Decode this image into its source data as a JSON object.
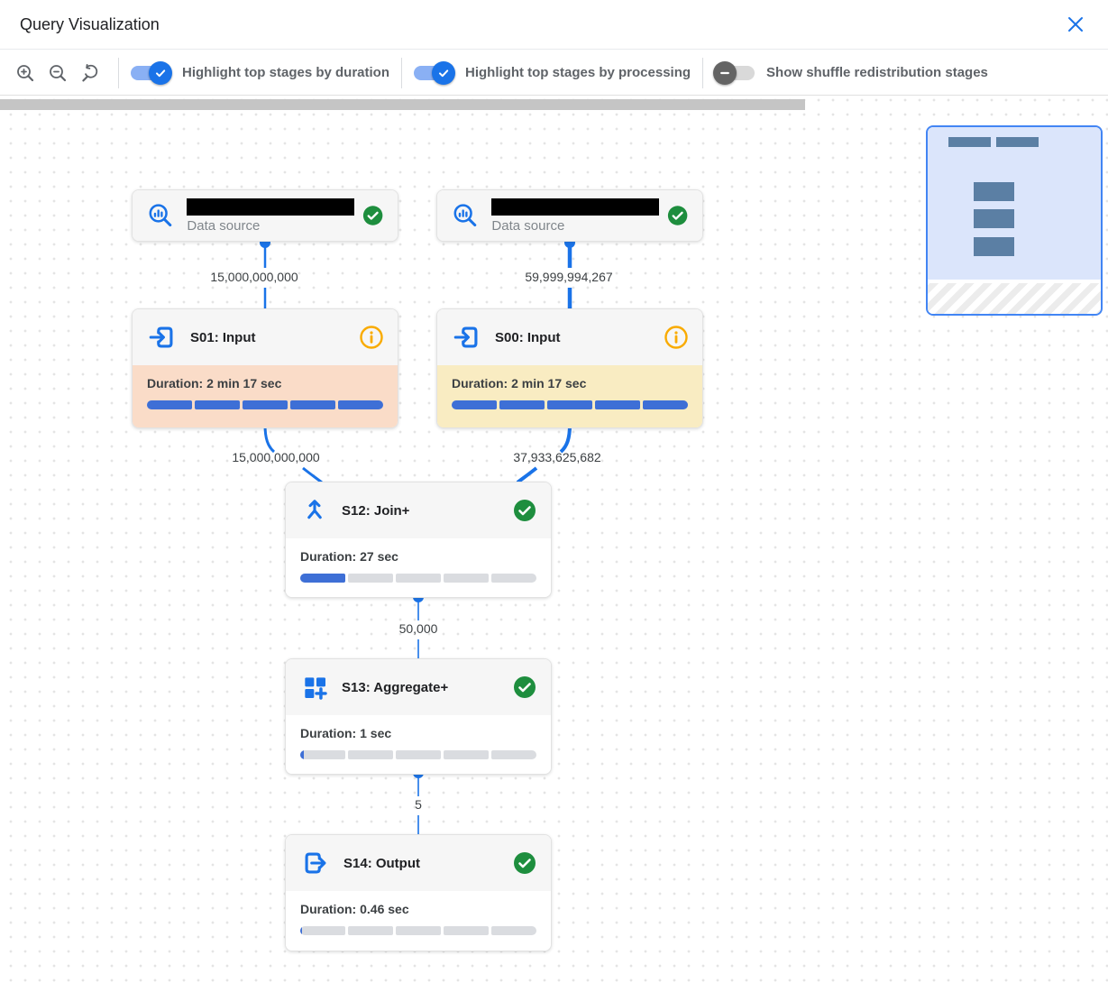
{
  "header": {
    "title": "Query Visualization"
  },
  "toolbar": {
    "toggles": [
      {
        "label": "Highlight top stages by duration",
        "state": "on"
      },
      {
        "label": "Highlight top stages by processing",
        "state": "on"
      },
      {
        "label": "Show shuffle redistribution stages",
        "state": "off"
      }
    ]
  },
  "graph": {
    "nodes": [
      {
        "id": "ds1",
        "type": "data-source",
        "label": "Data source",
        "name_redacted": true,
        "status": "success"
      },
      {
        "id": "ds2",
        "type": "data-source",
        "label": "Data source",
        "name_redacted": true,
        "status": "success"
      },
      {
        "id": "s01",
        "title": "S01: Input",
        "duration_label": "Duration: 2 min 17 sec",
        "progress_percent": 100,
        "highlight": "top-by-duration",
        "status": "info"
      },
      {
        "id": "s00",
        "title": "S00: Input",
        "duration_label": "Duration: 2 min 17 sec",
        "progress_percent": 100,
        "highlight": "top-by-processing",
        "status": "info"
      },
      {
        "id": "s12",
        "title": "S12: Join+",
        "duration_label": "Duration: 27 sec",
        "progress_percent": 20,
        "highlight": "none",
        "status": "success"
      },
      {
        "id": "s13",
        "title": "S13: Aggregate+",
        "duration_label": "Duration: 1 sec",
        "progress_percent": 1.5,
        "highlight": "none",
        "status": "success"
      },
      {
        "id": "s14",
        "title": "S14: Output",
        "duration_label": "Duration: 0.46 sec",
        "progress_percent": 0.8,
        "highlight": "none",
        "status": "success"
      }
    ],
    "edges": [
      {
        "from": "ds1",
        "to": "s01",
        "label": "15,000,000,000"
      },
      {
        "from": "ds2",
        "to": "s00",
        "label": "59,999,994,267"
      },
      {
        "from": "s01",
        "to": "s12",
        "label": "15,000,000,000"
      },
      {
        "from": "s00",
        "to": "s12",
        "label": "37,933,625,682"
      },
      {
        "from": "s12",
        "to": "s13",
        "label": "50,000"
      },
      {
        "from": "s13",
        "to": "s14",
        "label": "5"
      }
    ]
  },
  "colors": {
    "accent_blue": "#1a73e8",
    "bar_blue": "#3e6fd6",
    "bar_gray": "#dadce0",
    "duration_highlight": "#fadcc8",
    "processing_highlight": "#f9ecc2",
    "success_green": "#1e8e3e",
    "info_orange": "#f9ab00",
    "minimap_node": "#5b7fa4",
    "minimap_duration_node": "#ddcfd6",
    "minimap_processing_node": "#dcdcc8",
    "minimap_bg": "#dbe5fb"
  }
}
